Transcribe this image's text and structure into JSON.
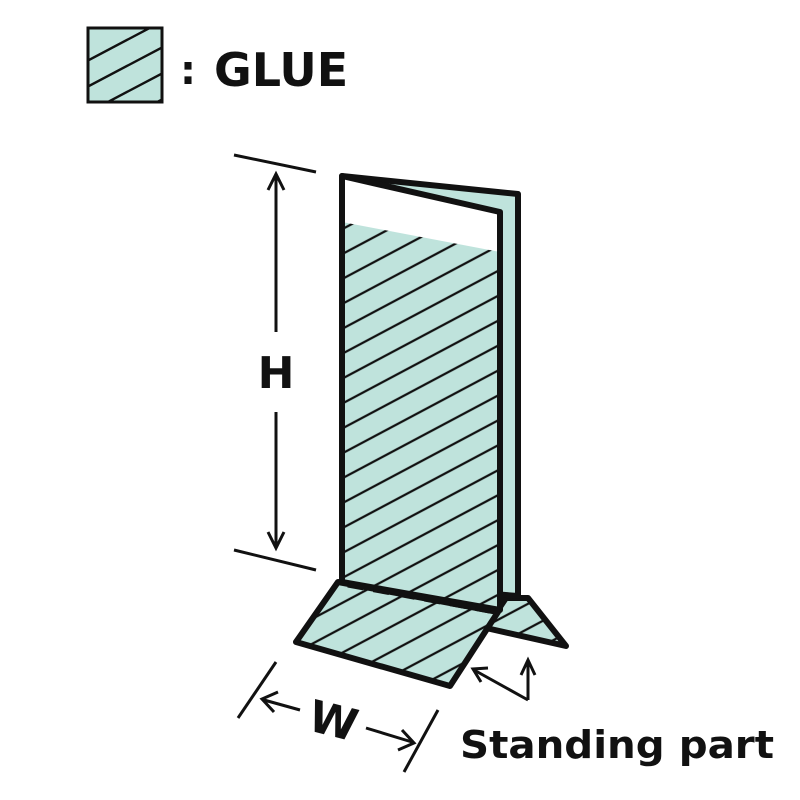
{
  "legend": {
    "separator": ":",
    "label": "GLUE"
  },
  "dimensions": {
    "height_label": "H",
    "width_label": "W"
  },
  "callout": {
    "label": "Standing part"
  },
  "colors": {
    "glue_fill": "#bfe3dc",
    "outline": "#111111",
    "background": "#ffffff"
  }
}
